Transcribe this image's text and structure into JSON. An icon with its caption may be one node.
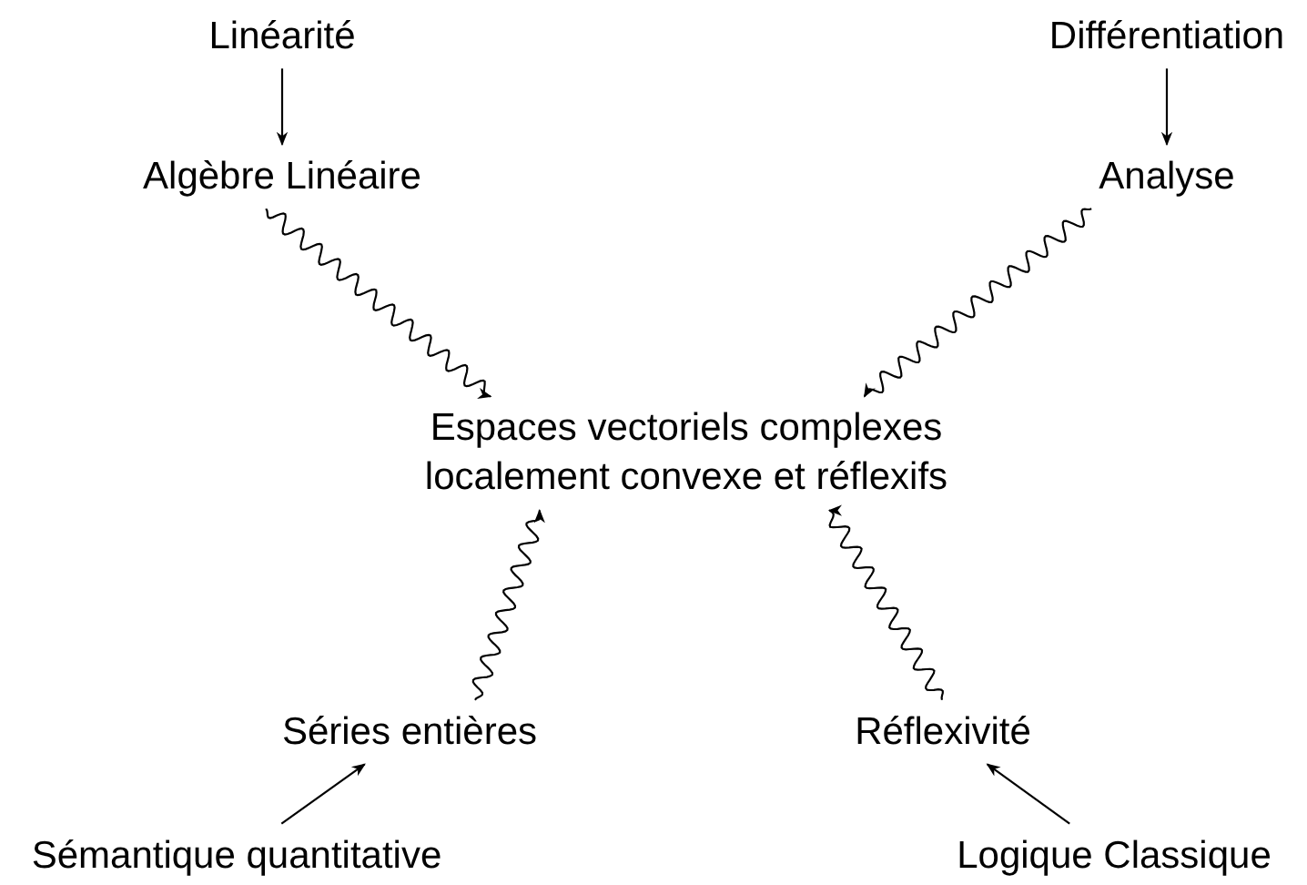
{
  "diagram": {
    "nodes": [
      {
        "text": [
          "Linéarité"
        ]
      },
      {
        "text": [
          "Algèbre Linéaire"
        ]
      },
      {
        "text": [
          "Différentiation"
        ]
      },
      {
        "text": [
          "Analyse"
        ]
      },
      {
        "text": [
          "Espaces vectoriels complexes localement convexe et réflexifs"
        ]
      },
      {
        "text": [
          "Séries entières"
        ]
      },
      {
        "text": [
          "Sémantique quantitative"
        ]
      },
      {
        "text": [
          "Réflexivité"
        ]
      },
      {
        "text": [
          "Logique Classique"
        ]
      }
    ],
    "edges": [
      {
        "from": 0,
        "to": 1,
        "arrow": "to"
      },
      {
        "from": 2,
        "to": 3,
        "arrow": "to"
      },
      {
        "from": 1,
        "to": 4,
        "arrow": "to"
      },
      {
        "from": 3,
        "to": 4,
        "arrow": "to"
      },
      {
        "from": 5,
        "to": 4,
        "arrow": "to"
      },
      {
        "from": 7,
        "to": 4,
        "arrow": "to"
      },
      {
        "from": 6,
        "to": 5,
        "arrow": "to"
      },
      {
        "from": 8,
        "to": 7,
        "arrow": "to"
      }
    ]
  }
}
